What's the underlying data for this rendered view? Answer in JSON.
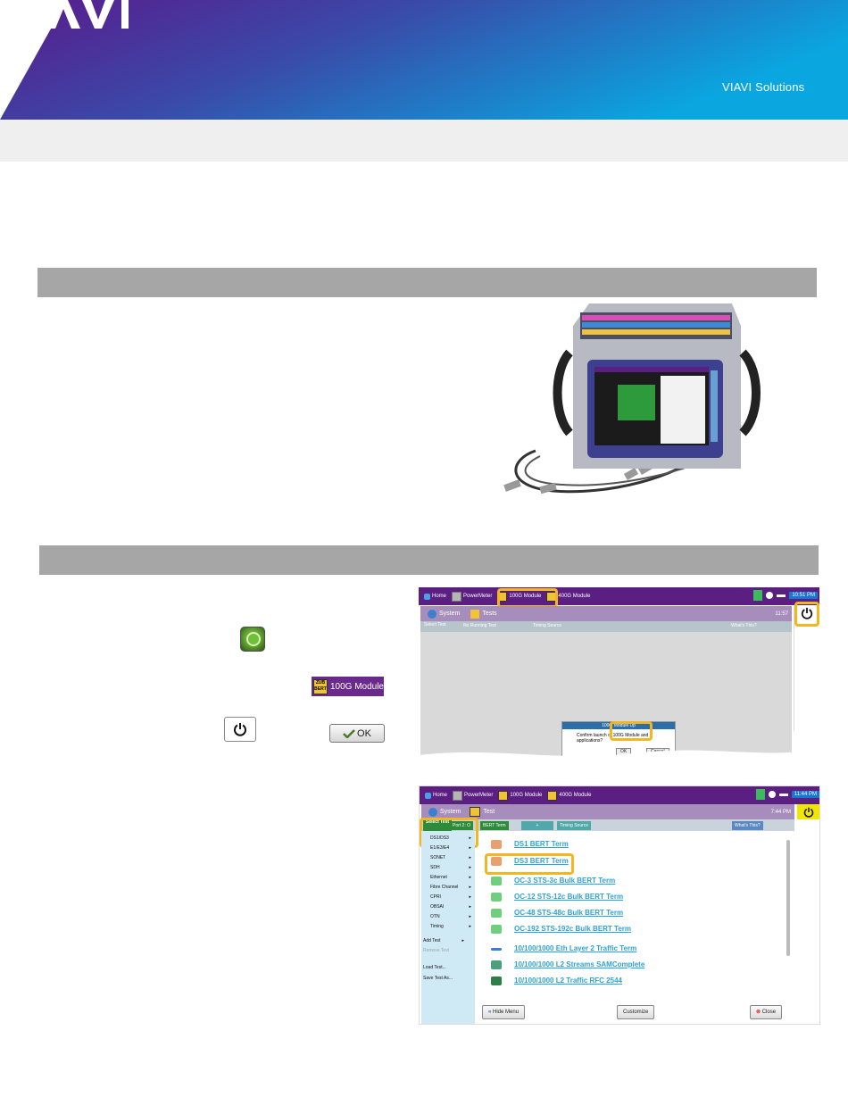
{
  "brand": {
    "logo_text": "VIAVI",
    "sub_text": "VIAVI Solutions",
    "colors": {
      "gradient_start": "#5a1a8c",
      "gradient_end": "#0aa6e0",
      "section_header": "#a6a6a6",
      "highlight": "#f3b520"
    }
  },
  "inline_icons": {
    "start_icon": "green-start-icon",
    "module_chip": {
      "badge": "ZUB BERT",
      "label": "100G Module"
    },
    "power_icon": "power-icon",
    "ok_label": "OK"
  },
  "screen1": {
    "topbar": {
      "home": "Home",
      "power_meter": "PowerMeter",
      "module_100g": "100G Module",
      "module_400g": "400G Module",
      "time": "10:51 PM"
    },
    "menubar": {
      "system": "System",
      "tests": "Tests",
      "time": "11:57"
    },
    "tabbar": {
      "select_test": "Select Test",
      "no_running_test": "No Running Test",
      "timing_source": "Timing Source",
      "whats_this": "What's This?"
    },
    "dialog": {
      "title": "100G Module Up",
      "message": "Confirm launch of 100G Module and applications?",
      "ok": "OK",
      "cancel": "Cancel"
    }
  },
  "screen2": {
    "topbar": {
      "home": "Home",
      "power_meter": "PowerMeter",
      "module_100g": "100G Module",
      "module_400g": "400G Module",
      "time": "11:44 PM"
    },
    "menubar": {
      "system": "System",
      "test": "Test",
      "time": "7:44 PM"
    },
    "tabbar": {
      "select_test": "Select Test",
      "port": "Port 2: O",
      "bert_term": "BERT Term",
      "timing_source": "Timing Source",
      "whats_this": "What's This?"
    },
    "menu": {
      "items": [
        "DS1/DS3",
        "E1/E3/E4",
        "SONET",
        "SDH",
        "Ethernet",
        "Fibre Channel",
        "CPRI",
        "OBSAI",
        "OTN",
        "Timing"
      ],
      "add_test": "Add Test",
      "remove_test": "Remove Test",
      "load_test": "Load Test...",
      "save_test": "Save Test As..."
    },
    "tests": [
      "DS1 BERT Term",
      "DS3 BERT Term",
      "OC-3 STS-3c Bulk BERT Term",
      "OC-12 STS-12c Bulk BERT Term",
      "OC-48 STS-48c Bulk BERT Term",
      "OC-192 STS-192c Bulk BERT Term",
      "10/100/1000 Eth Layer 2 Traffic Term",
      "10/100/1000 L2 Streams SAMComplete",
      "10/100/1000 L2 Traffic RFC 2544"
    ],
    "bottom": {
      "hide_menu": "Hide Menu",
      "customize": "Customize",
      "close": "Close"
    }
  }
}
